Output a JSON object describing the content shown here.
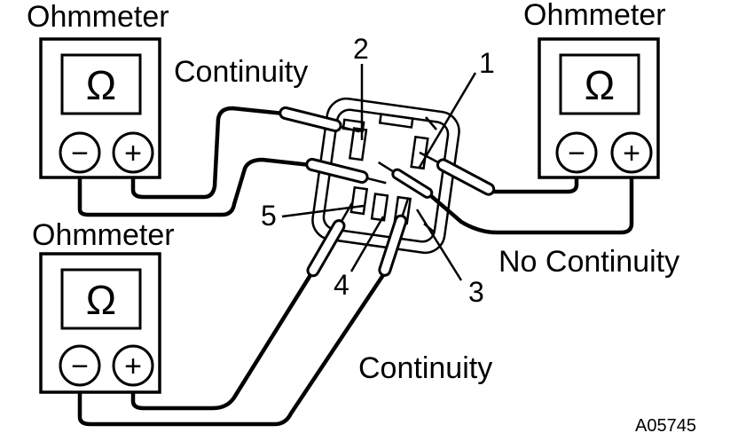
{
  "meters": {
    "top_left": {
      "title": "Ohmmeter",
      "symbol": "Ω",
      "neg": "−",
      "pos": "+"
    },
    "top_right": {
      "title": "Ohmmeter",
      "symbol": "Ω",
      "neg": "−",
      "pos": "+"
    },
    "bottom_left": {
      "title": "Ohmmeter",
      "symbol": "Ω",
      "neg": "−",
      "pos": "+"
    }
  },
  "results": {
    "top": "Continuity",
    "right": "No Continuity",
    "bottom": "Continuity"
  },
  "terminals": {
    "t1": "1",
    "t2": "2",
    "t3": "3",
    "t4": "4",
    "t5": "5"
  },
  "figure_code": "A05745"
}
